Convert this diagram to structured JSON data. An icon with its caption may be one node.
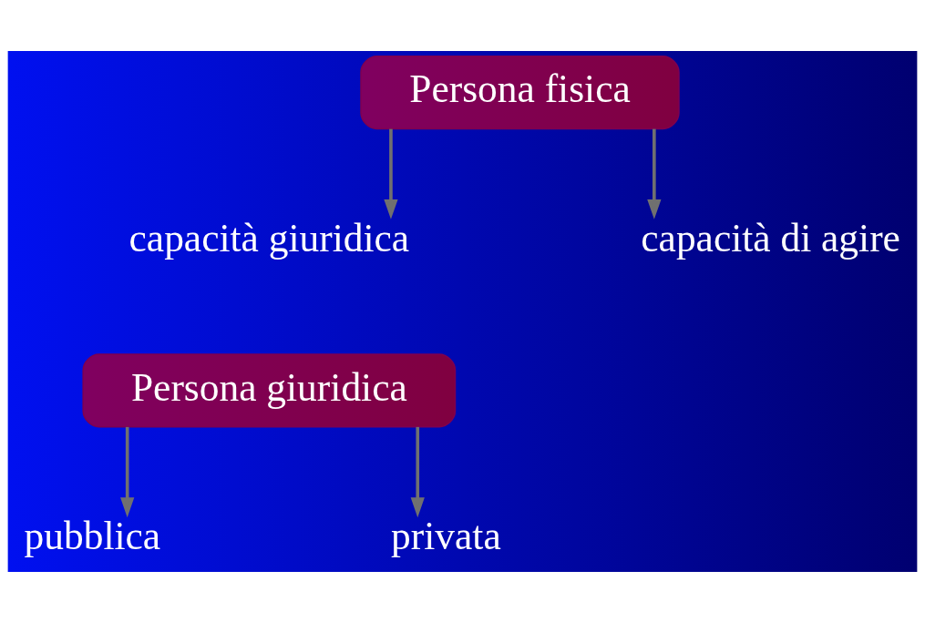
{
  "diagram": {
    "nodes": [
      {
        "text": [
          "Persona fisica"
        ]
      },
      {
        "text": [
          "capacità giuridica"
        ]
      },
      {
        "text": [
          "capacità di agire"
        ]
      },
      {
        "text": [
          "Persona giuridica"
        ]
      },
      {
        "text": [
          "pubblica"
        ]
      },
      {
        "text": [
          "privata"
        ]
      }
    ],
    "edges": [
      {
        "from": 0,
        "to": 1,
        "arrow": "to"
      },
      {
        "from": 0,
        "to": 2,
        "arrow": "to"
      },
      {
        "from": 3,
        "to": 4,
        "arrow": "to"
      },
      {
        "from": 3,
        "to": 5,
        "arrow": "to"
      }
    ]
  }
}
